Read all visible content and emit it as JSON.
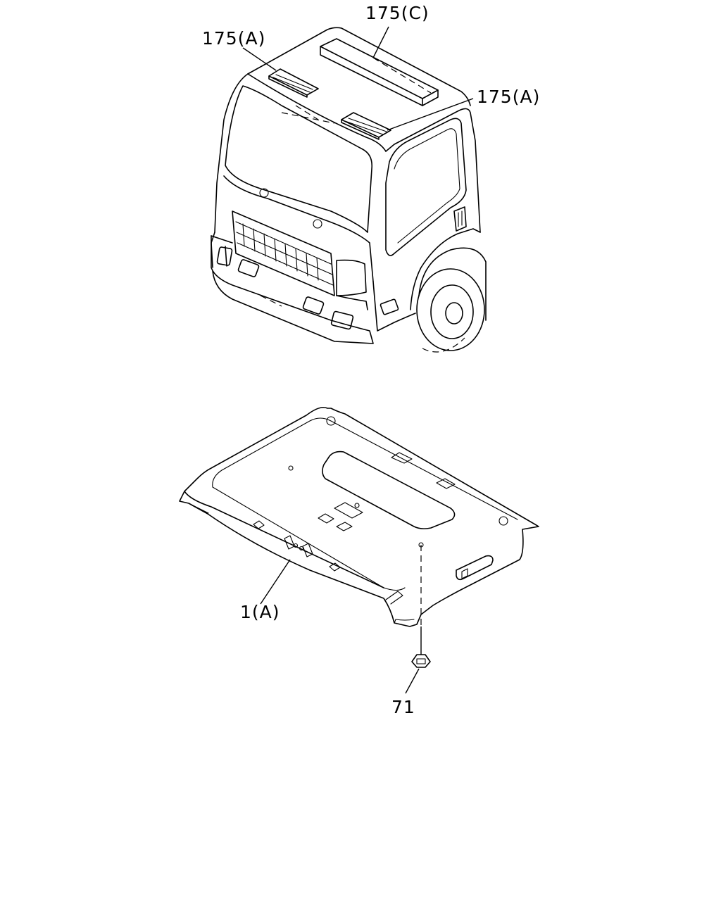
{
  "callouts": {
    "roof_insulator_left": "175(A)",
    "roof_insulator_center": "175(C)",
    "roof_insulator_right": "175(A)",
    "headlining": "1(A)",
    "clip": "71"
  }
}
